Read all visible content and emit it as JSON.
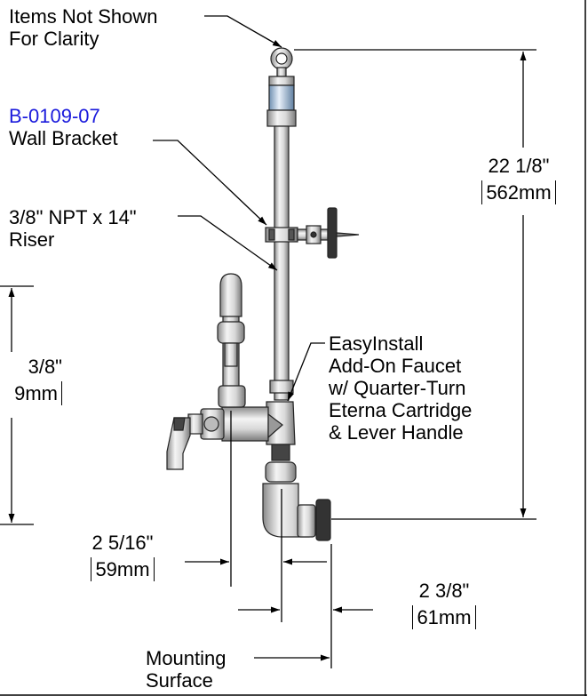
{
  "callouts": {
    "items_not_shown": [
      "Items Not Shown",
      "For Clarity"
    ],
    "bracket_part_number": "B-0109-07",
    "bracket_name": "Wall Bracket",
    "riser": [
      "3/8\" NPT x 14\"",
      "Riser"
    ],
    "faucet": [
      "EasyInstall",
      "Add-On Faucet",
      "w/ Quarter-Turn",
      "Eterna Cartridge",
      "& Lever Handle"
    ],
    "mounting_surface": [
      "Mounting",
      "Surface"
    ]
  },
  "dimensions": {
    "overall_height": {
      "imperial": "22 1/8\"",
      "metric": "562mm"
    },
    "left_height": {
      "imperial": "3/8\"",
      "metric": "9mm"
    },
    "spout_offset": {
      "imperial": "2 5/16\"",
      "metric": "59mm"
    },
    "wall_offset": {
      "imperial": "2 3/8\"",
      "metric": "61mm"
    }
  },
  "colors": {
    "part_number": "#1a1adc"
  }
}
